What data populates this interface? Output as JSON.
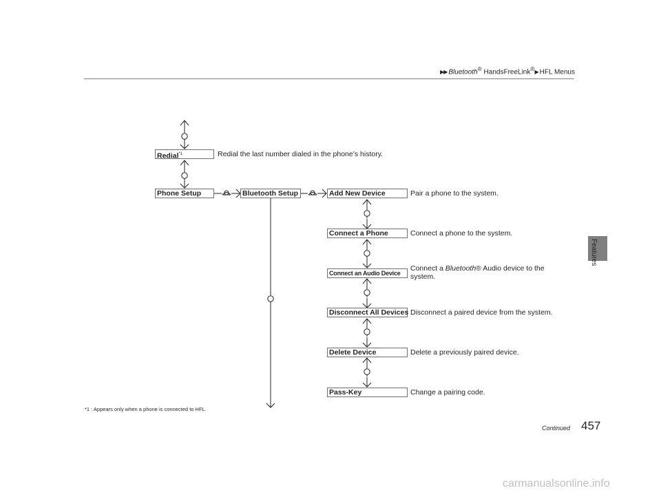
{
  "header": {
    "breadcrumb": [
      {
        "text": "Bluetooth",
        "italic": true,
        "sup": "®"
      },
      {
        "text": " HandsFreeLink",
        "italic": false,
        "sup": "®"
      },
      {
        "text": "HFL Menus",
        "italic": false,
        "sup": ""
      }
    ],
    "arrow_glyph": "▶▶"
  },
  "side_tab": {
    "label": "Features"
  },
  "menu": {
    "redial": {
      "label": "Redial",
      "note": "*1",
      "description": "Redial the last number dialed in the phone’s history."
    },
    "phone_setup": {
      "label": "Phone Setup"
    },
    "bluetooth_setup": {
      "label": "Bluetooth Setup"
    },
    "items": [
      {
        "label": "Add New Device",
        "description": "Pair a phone to the system."
      },
      {
        "label": "Connect a Phone",
        "description": "Connect a phone to the system."
      },
      {
        "label": "Connect an Audio Device",
        "description_pre": "Connect a ",
        "description_em": "Bluetooth",
        "description_post": "® Audio device to the system."
      },
      {
        "label": "Disconnect All Devices",
        "description": "Disconnect a paired device from the system."
      },
      {
        "label": "Delete Device",
        "description": "Delete a previously paired device."
      },
      {
        "label": "Pass-Key",
        "description": "Change a pairing code."
      }
    ]
  },
  "footnote": "*1 : Appears only when a phone is connected to HFL.",
  "footer": {
    "continued": "Continued",
    "page_number": "457"
  },
  "watermark": "carmanualsonline.info",
  "icons": {
    "rotate": "knob-rotate-icon",
    "press": "knob-press-icon"
  }
}
